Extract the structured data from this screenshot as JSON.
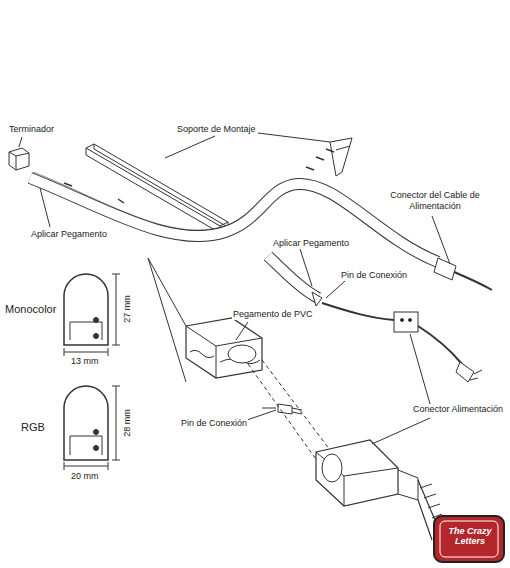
{
  "diagram": {
    "labels": [
      "Terminador",
      "Soporte de Montaje",
      "Aplicar Pegamento",
      "Conector del Cable de Alimentación",
      "Aplicar Pegamento",
      "Pin de Conexión",
      "Monocolor",
      "27 mm",
      "13 mm",
      "Pegamento de PVC",
      "RGB",
      "28 mm",
      "20 mm",
      "Pin de Conexión",
      "Conector Alimentación",
      "The Crazy Letters"
    ]
  }
}
